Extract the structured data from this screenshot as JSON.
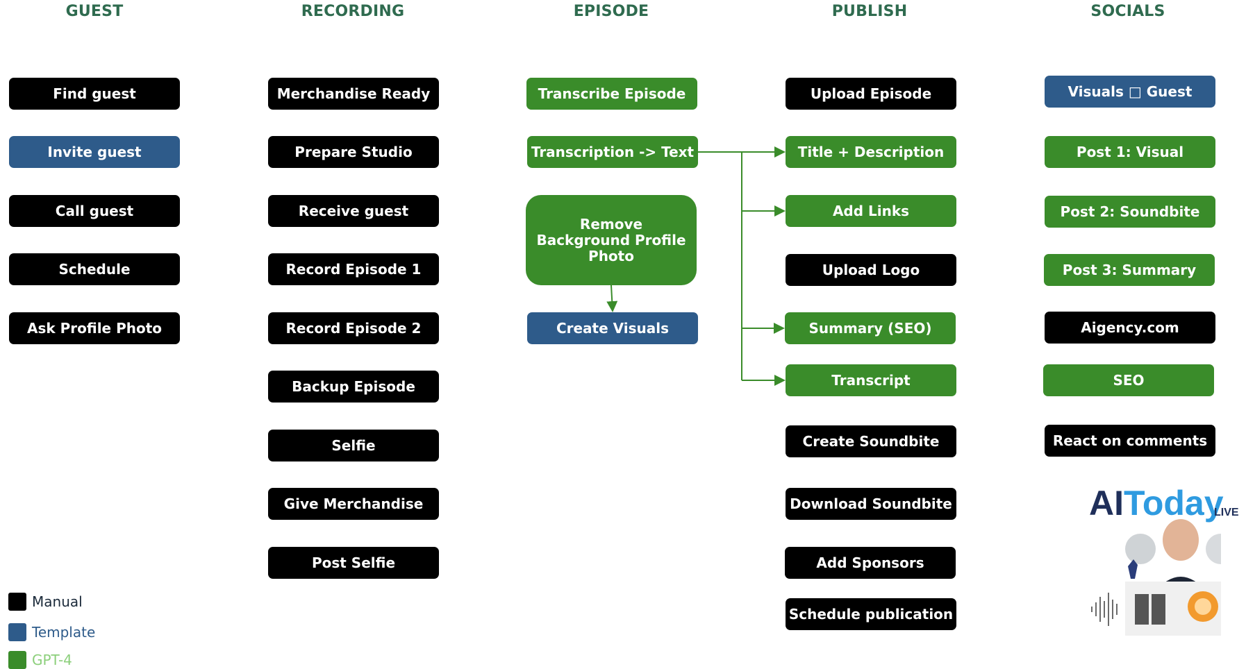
{
  "columns": {
    "guest": "GUEST",
    "recording": "RECORDING",
    "episode": "EPISODE",
    "publish": "PUBLISH",
    "socials": "SOCIALS"
  },
  "guest": {
    "find_guest": "Find guest",
    "invite_guest": "Invite guest",
    "call_guest": "Call guest",
    "schedule": "Schedule",
    "ask_profile_photo": "Ask Profile Photo"
  },
  "recording": {
    "merchandise_ready": "Merchandise Ready",
    "prepare_studio": "Prepare Studio",
    "receive_guest": "Receive guest",
    "record_episode_1": "Record Episode 1",
    "record_episode_2": "Record Episode 2",
    "backup_episode": "Backup Episode",
    "selfie": "Selfie",
    "give_merchandise": "Give Merchandise",
    "post_selfie": "Post Selfie"
  },
  "episode": {
    "transcribe_episode": "Transcribe Episode",
    "transcription_to_text": "Transcription -> Text",
    "remove_background": "Remove Background Profile Photo",
    "create_visuals": "Create Visuals"
  },
  "publish": {
    "upload_episode": "Upload Episode",
    "title_description": "Title + Description",
    "add_links": "Add Links",
    "upload_logo": "Upload Logo",
    "summary_seo": "Summary (SEO)",
    "transcript": "Transcript",
    "create_soundbite": "Create Soundbite",
    "download_soundbite": "Download Soundbite",
    "add_sponsors": "Add Sponsors",
    "schedule_publication": "Schedule publication"
  },
  "socials": {
    "visuals_guest": "Visuals □ Guest",
    "post_1": "Post 1: Visual",
    "post_2": "Post 2: Soundbite",
    "post_3": "Post 3: Summary",
    "aigency": "Aigency.com",
    "seo": "SEO",
    "react_comments": "React on comments"
  },
  "legend": {
    "manual": "Manual",
    "template": "Template",
    "gpt4": "GPT-4"
  },
  "brand": {
    "ai": "AI",
    "today": "Today",
    "live": "LIVE"
  },
  "colors": {
    "manual": "#000000",
    "template": "#2e5b8a",
    "gpt4": "#3a8c2a",
    "header": "#2f6b4f",
    "connector": "#3a8c2a"
  }
}
